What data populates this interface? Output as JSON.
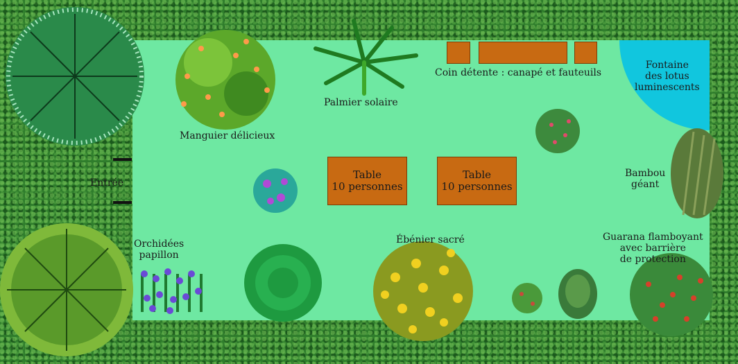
{
  "garden": {
    "entrance": "Entrée",
    "trees": {
      "mango": "Manguier délicieux",
      "palm": "Palmier solaire",
      "ebony": "Ébénier sacré",
      "bamboo_line1": "Bambou",
      "bamboo_line2": "géant",
      "guarana_line1": "Guarana flamboyant",
      "guarana_line2": "avec barrière",
      "guarana_line3": "de protection"
    },
    "orchids_line1": "Orchidées",
    "orchids_line2": "papillon",
    "lounge": "Coin détente : canapé et fauteuils",
    "fountain_line1": "Fontaine",
    "fountain_line2": "des lotus",
    "fountain_line3": "luminescents",
    "tables": [
      {
        "line1": "Table",
        "line2": "10 personnes"
      },
      {
        "line1": "Table",
        "line2": "10 personnes"
      }
    ]
  },
  "colors": {
    "lawn": "#6ee8a2",
    "hedge": "#2f7d2c",
    "fountain": "#11c6de",
    "furniture": "#c86a12"
  }
}
